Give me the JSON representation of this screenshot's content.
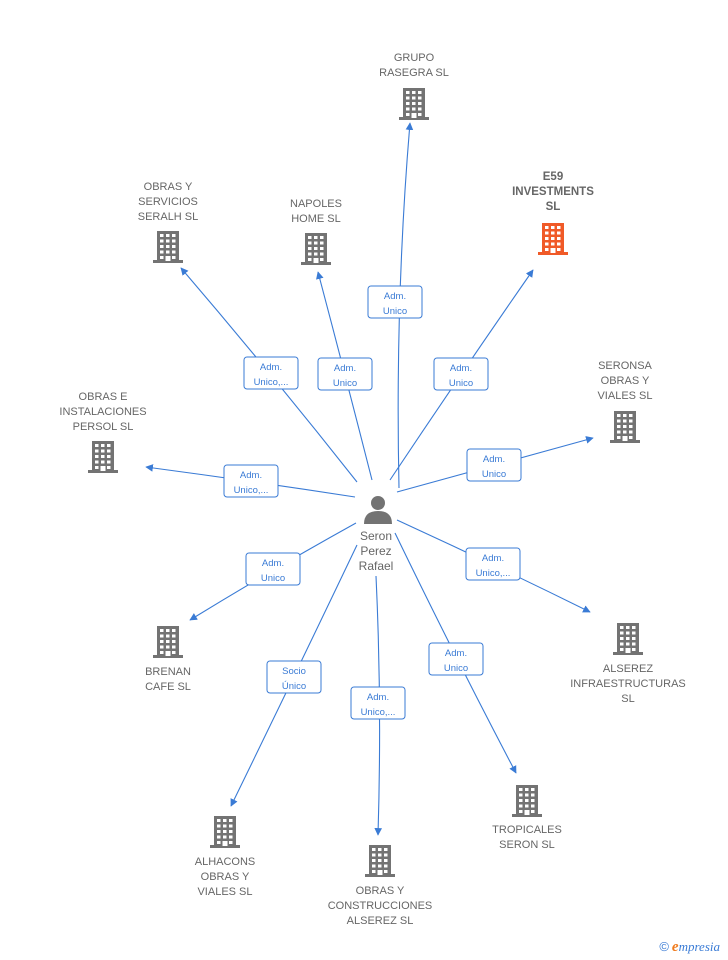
{
  "center": {
    "label": [
      "Seron",
      "Perez",
      "Rafael"
    ],
    "icon": "person-icon"
  },
  "colors": {
    "edge": "#3a7bd5",
    "building": "#737373",
    "highlight": "#f05a28",
    "text": "#666666"
  },
  "companies": [
    {
      "id": "grupo-rasegra",
      "label": [
        "GRUPO",
        "RASEGRA  SL"
      ],
      "relation": [
        "Adm.",
        "Unico"
      ],
      "highlight": false
    },
    {
      "id": "e59-investments",
      "label": [
        "E59",
        "INVESTMENTS",
        "SL"
      ],
      "relation": [
        "Adm.",
        "Unico"
      ],
      "highlight": true
    },
    {
      "id": "seronsa-obras-viales",
      "label": [
        "SERONSA",
        "OBRAS Y",
        "VIALES  SL"
      ],
      "relation": [
        "Adm.",
        "Unico"
      ],
      "highlight": false
    },
    {
      "id": "alserez-infraestructuras",
      "label": [
        "ALSEREZ",
        "INFRAESTRUCTURAS",
        "SL"
      ],
      "relation": [
        "Adm.",
        "Unico,..."
      ],
      "highlight": false
    },
    {
      "id": "tropicales-seron",
      "label": [
        "TROPICALES",
        "SERON  SL"
      ],
      "relation": [
        "Adm.",
        "Unico"
      ],
      "highlight": false
    },
    {
      "id": "obras-construcciones-alserez",
      "label": [
        "OBRAS Y",
        "CONSTRUCCIONES",
        "ALSEREZ  SL"
      ],
      "relation": [
        "Adm.",
        "Unico,..."
      ],
      "highlight": false
    },
    {
      "id": "alhacons-obras-viales",
      "label": [
        "ALHACONS",
        "OBRAS Y",
        "VIALES  SL"
      ],
      "relation": [
        "Socio",
        "Único"
      ],
      "highlight": false
    },
    {
      "id": "brenan-cafe",
      "label": [
        "BRENAN",
        "CAFE SL"
      ],
      "relation": [
        "Adm.",
        "Unico"
      ],
      "highlight": false
    },
    {
      "id": "obras-instalaciones-persol",
      "label": [
        "OBRAS E",
        "INSTALACIONES",
        "PERSOL  SL"
      ],
      "relation": [
        "Adm.",
        "Unico,..."
      ],
      "highlight": false
    },
    {
      "id": "obras-servicios-seralh",
      "label": [
        "OBRAS Y",
        "SERVICIOS",
        "SERALH  SL"
      ],
      "relation": [
        "Adm.",
        "Unico,..."
      ],
      "highlight": false
    },
    {
      "id": "napoles-home",
      "label": [
        "NAPOLES",
        "HOME  SL"
      ],
      "relation": [
        "Adm.",
        "Unico"
      ],
      "highlight": false
    }
  ],
  "brand": {
    "copyright": "©",
    "initial": "e",
    "rest": "mpresia"
  }
}
